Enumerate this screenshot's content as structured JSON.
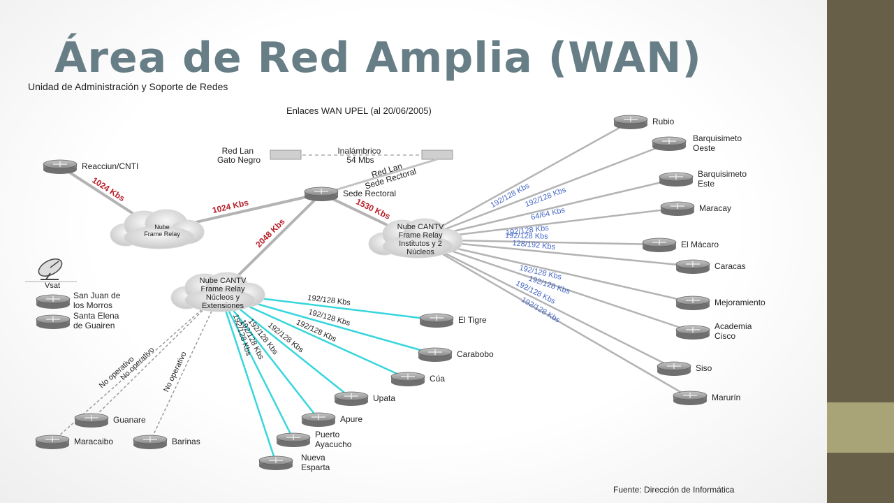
{
  "title": "Área de Red Amplia (WAN)",
  "subtitle": "Unidad de Administración y Soporte de Redes",
  "diagram_title": "Enlaces WAN UPEL (al 20/06/2005)",
  "source": "Fuente: Dirección de Informática",
  "colors": {
    "title": "#677e86",
    "red_link": "#b8202a",
    "cyan_link": "#36d6dc",
    "blue_label": "#4466c4",
    "gray_link": "#b3b3b3",
    "router": "#8f8f8f"
  },
  "icons": {
    "router": "router-icon",
    "cloud": "cloud-icon",
    "satellite": "satellite-dish-icon",
    "lan": "lan-segment-icon"
  },
  "lan": {
    "gato_negro": [
      "Red Lan",
      "Gato Negro"
    ],
    "wireless": [
      "Inalámbrico",
      "54 Mbs"
    ],
    "sede_rectoral": [
      "Red Lan",
      "Sede Rectoral"
    ]
  },
  "vsat": "Vsat",
  "clouds": [
    {
      "id": "fr",
      "lines": [
        "Nube",
        "Frame Relay"
      ]
    },
    {
      "id": "inst",
      "lines": [
        "Nube CANTV",
        "Frame Relay",
        "Institutos y 2",
        "Núcleos"
      ]
    },
    {
      "id": "nuc",
      "lines": [
        "Nube CANTV",
        "Frame Relay",
        "Núcleos y",
        "Extensiones"
      ]
    }
  ],
  "routers": [
    {
      "id": "reaccium",
      "lines": [
        "Reacciun/CNTI"
      ]
    },
    {
      "id": "sede",
      "lines": [
        "Sede Rectoral"
      ]
    },
    {
      "id": "rubio",
      "lines": [
        "Rubio"
      ]
    },
    {
      "id": "bq_oeste",
      "lines": [
        "Barquisimeto",
        "Oeste"
      ]
    },
    {
      "id": "bq_este",
      "lines": [
        "Barquisimeto",
        "Este"
      ]
    },
    {
      "id": "maracay",
      "lines": [
        "Maracay"
      ]
    },
    {
      "id": "macaro",
      "lines": [
        "El Mácaro"
      ]
    },
    {
      "id": "caracas",
      "lines": [
        "Caracas"
      ]
    },
    {
      "id": "mejoramiento",
      "lines": [
        "Mejoramiento"
      ]
    },
    {
      "id": "academia",
      "lines": [
        "Academia",
        "Cisco"
      ]
    },
    {
      "id": "siso",
      "lines": [
        "Siso"
      ]
    },
    {
      "id": "maturin",
      "lines": [
        "Marurín"
      ]
    },
    {
      "id": "tigre",
      "lines": [
        "El Tigre"
      ]
    },
    {
      "id": "carabobo",
      "lines": [
        "Carabobo"
      ]
    },
    {
      "id": "cua",
      "lines": [
        "Cúa"
      ]
    },
    {
      "id": "upata",
      "lines": [
        "Upata"
      ]
    },
    {
      "id": "apure",
      "lines": [
        "Apure"
      ]
    },
    {
      "id": "ayacucho",
      "lines": [
        "Puerto",
        "Ayacucho"
      ]
    },
    {
      "id": "esparta",
      "lines": [
        "Nueva",
        "Esparta"
      ]
    },
    {
      "id": "guanare",
      "lines": [
        "Guanare"
      ]
    },
    {
      "id": "maracaibo",
      "lines": [
        "Maracaibo"
      ]
    },
    {
      "id": "barinas",
      "lines": [
        "Barinas"
      ]
    },
    {
      "id": "sanjuan",
      "lines": [
        "San Juan de",
        "los Morros"
      ]
    },
    {
      "id": "santaelena",
      "lines": [
        "Santa Elena",
        "de Guairen"
      ]
    }
  ],
  "links": [
    {
      "from": "reaccium",
      "to": "fr",
      "style": "red",
      "label": "1024 Kbs"
    },
    {
      "from": "fr",
      "to": "sede",
      "style": "red",
      "label": "1024 Kbs"
    },
    {
      "from": "sede",
      "to": "nuc",
      "style": "red",
      "label": "2048 Kbs"
    },
    {
      "from": "sede",
      "to": "inst",
      "style": "red",
      "label": "1530 Kbs"
    },
    {
      "from": "inst",
      "to": "rubio",
      "style": "gray",
      "label": "192/128 Kbs"
    },
    {
      "from": "inst",
      "to": "bq_oeste",
      "style": "gray",
      "label": "192/128 Kbs"
    },
    {
      "from": "inst",
      "to": "bq_este",
      "style": "gray",
      "label": "64/64 Kbs"
    },
    {
      "from": "inst",
      "to": "maracay",
      "style": "gray",
      "label": "192/128 Kbs"
    },
    {
      "from": "inst",
      "to": "macaro",
      "style": "gray",
      "label": "192/128 Kbs"
    },
    {
      "from": "inst",
      "to": "caracas",
      "style": "gray",
      "label": "128/192 Kbs"
    },
    {
      "from": "inst",
      "to": "mejoramiento",
      "style": "gray",
      "label": "192/128 Kbs"
    },
    {
      "from": "inst",
      "to": "academia",
      "style": "gray",
      "label": "192/128 Kbs"
    },
    {
      "from": "inst",
      "to": "siso",
      "style": "gray",
      "label": "192/128 Kbs"
    },
    {
      "from": "inst",
      "to": "maturin",
      "style": "gray",
      "label": "192/128 Kbs"
    },
    {
      "from": "nuc",
      "to": "tigre",
      "style": "cyan",
      "label": "192/128 Kbs"
    },
    {
      "from": "nuc",
      "to": "carabobo",
      "style": "cyan",
      "label": "192/128 Kbs"
    },
    {
      "from": "nuc",
      "to": "cua",
      "style": "cyan",
      "label": "192/128 Kbs"
    },
    {
      "from": "nuc",
      "to": "upata",
      "style": "cyan",
      "label": "192/128 Kbs"
    },
    {
      "from": "nuc",
      "to": "apure",
      "style": "cyan",
      "label": "192/128 Kbs"
    },
    {
      "from": "nuc",
      "to": "ayacucho",
      "style": "cyan",
      "label": "192/128 Kbs"
    },
    {
      "from": "nuc",
      "to": "esparta",
      "style": "cyan",
      "label": "192/128 Kbs"
    },
    {
      "from": "nuc",
      "to": "guanare",
      "style": "dashed",
      "label": "No operativo"
    },
    {
      "from": "nuc",
      "to": "maracaibo",
      "style": "dashed",
      "label": "No operativo"
    },
    {
      "from": "nuc",
      "to": "barinas",
      "style": "dashed",
      "label": "No operativo"
    }
  ]
}
